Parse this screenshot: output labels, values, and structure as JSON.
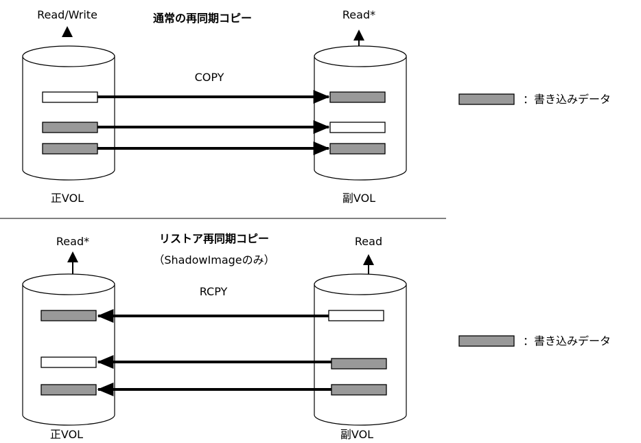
{
  "top": {
    "title": "通常の再同期コピー",
    "primary_io": "Read/Write",
    "secondary_io": "Read*",
    "copy_label": "COPY",
    "primary_volume": "正VOL",
    "secondary_volume": "副VOL",
    "primary_blocks": [
      "white",
      "gray",
      "gray"
    ],
    "secondary_blocks": [
      "gray",
      "white",
      "gray"
    ]
  },
  "bottom": {
    "title": "リストア再同期コピー",
    "subtitle": "（ShadowImageのみ）",
    "primary_io": "Read*",
    "secondary_io": "Read",
    "copy_label": "RCPY",
    "primary_volume": "正VOL",
    "secondary_volume": "副VOL",
    "primary_blocks": [
      "gray",
      "white",
      "gray"
    ],
    "secondary_blocks": [
      "white",
      "gray",
      "gray"
    ]
  },
  "legend": {
    "label": "：書き込みデータ"
  },
  "colors": {
    "written_data": "#999999",
    "unwritten_data": "#ffffff",
    "separator": "#808080"
  }
}
